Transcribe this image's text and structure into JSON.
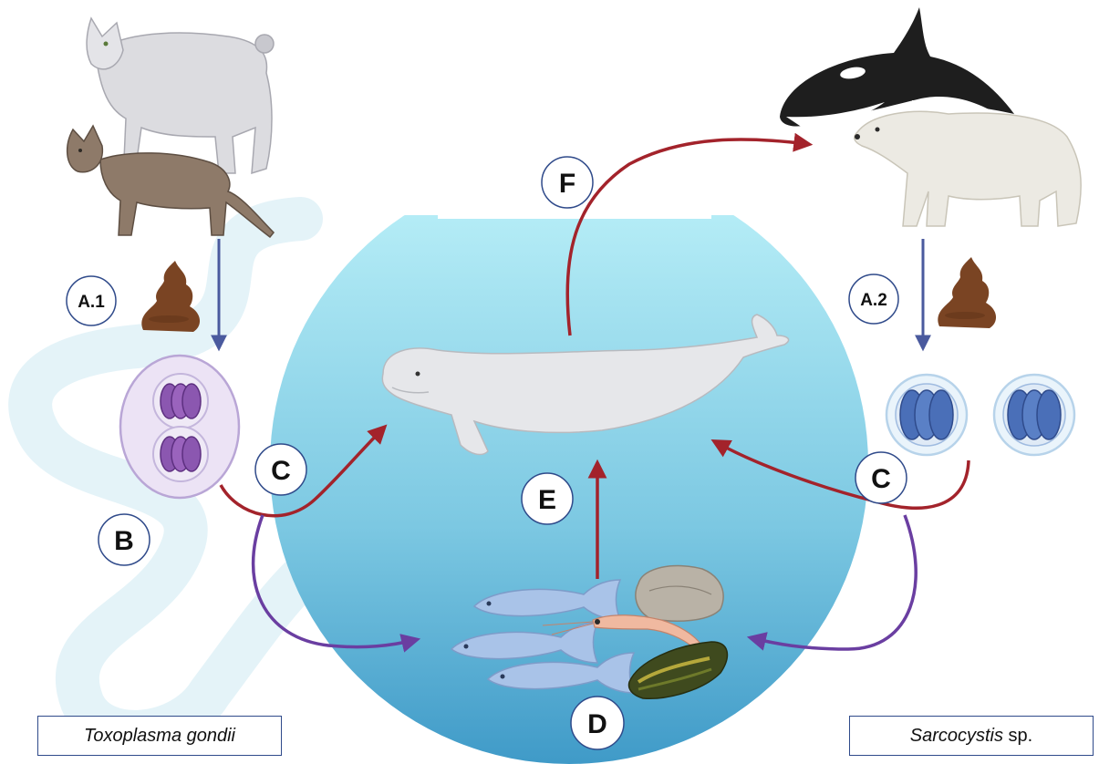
{
  "labels": {
    "a1": "A.1",
    "a2": "A.2",
    "b": "B",
    "c_left": "C",
    "c_right": "C",
    "d": "D",
    "e": "E",
    "f": "F"
  },
  "species": {
    "left": {
      "name": "Toxoplasma gondii",
      "suffix": ""
    },
    "right": {
      "name": "Sarcocystis",
      "suffix": " sp."
    }
  },
  "colors": {
    "red_arrow": "#a3232b",
    "purple_arrow": "#6a3ea1",
    "blue_arrow": "#4a5a9e",
    "water_top": "#aee7f4",
    "water_bottom": "#3d9bc9",
    "water_path": "#e4f3f8",
    "feces": "#7a4423"
  },
  "icons": [
    "lynx-icon",
    "domestic-cat-icon",
    "feces-icon",
    "toxoplasma-oocyst-icon",
    "orca-icon",
    "polar-bear-icon",
    "sarcocystis-sporocyst-icon",
    "beluga-whale-icon",
    "fish-icon",
    "krill-icon",
    "oyster-icon",
    "mussel-icon"
  ]
}
